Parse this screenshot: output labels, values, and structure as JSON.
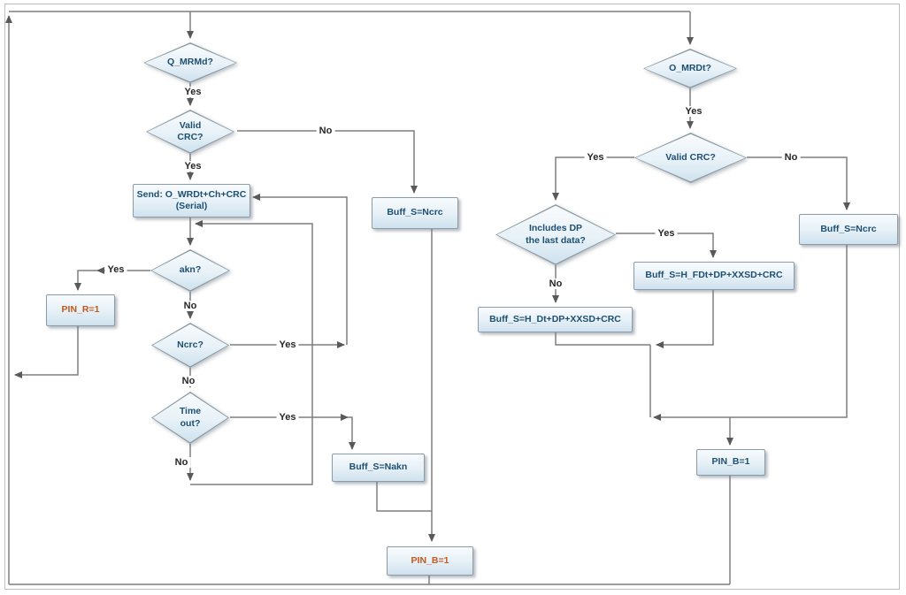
{
  "diagram": {
    "nodes": {
      "q_mrmd": {
        "label": "Q_MRMd?"
      },
      "valid_crc_left": {
        "line1": "Valid",
        "line2": "CRC?"
      },
      "send_serial": {
        "line1": "Send: O_WRDt+Ch+CRC",
        "line2": "(Serial)"
      },
      "buff_ncrc_left": {
        "label": "Buff_S=Ncrc"
      },
      "akn": {
        "label": "akn?"
      },
      "pin_r": {
        "label": "PIN_R=1"
      },
      "ncrc": {
        "label": "Ncrc?"
      },
      "timeout": {
        "line1": "Time",
        "line2": "out?"
      },
      "buff_nakn": {
        "label": "Buff_S=Nakn"
      },
      "pin_b_left": {
        "label": "PIN_B=1"
      },
      "o_mrdt": {
        "label": "O_MRDt?"
      },
      "valid_crc_right": {
        "label": "Valid CRC?"
      },
      "includes_dp": {
        "line1": "Includes DP",
        "line2": "the last data?"
      },
      "buff_ncrc_right": {
        "label": "Buff_S=Ncrc"
      },
      "buff_hfdt": {
        "label": "Buff_S=H_FDt+DP+XXSD+CRC"
      },
      "buff_hdt": {
        "label": "Buff_S=H_Dt+DP+XXSD+CRC"
      },
      "pin_b_right": {
        "label": "PIN_B=1"
      }
    },
    "edge_labels": {
      "yes": "Yes",
      "no": "No"
    },
    "colors": {
      "node_text": "#1d4f71",
      "pin_text_orange": "#c2591d",
      "line": "#7f7f7f",
      "arrow": "#595959",
      "label_text": "#262626"
    }
  }
}
